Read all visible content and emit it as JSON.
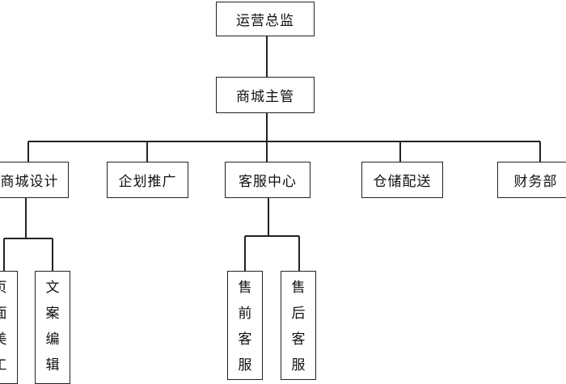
{
  "chart": {
    "root": "运营总监",
    "manager": "商城主管",
    "departments": [
      "商城设计",
      "企划推广",
      "客服中心",
      "仓储配送",
      "财务部"
    ],
    "design_sub": [
      "页面美工",
      "文案编辑"
    ],
    "service_sub": [
      "售前客服",
      "售后客服"
    ]
  }
}
